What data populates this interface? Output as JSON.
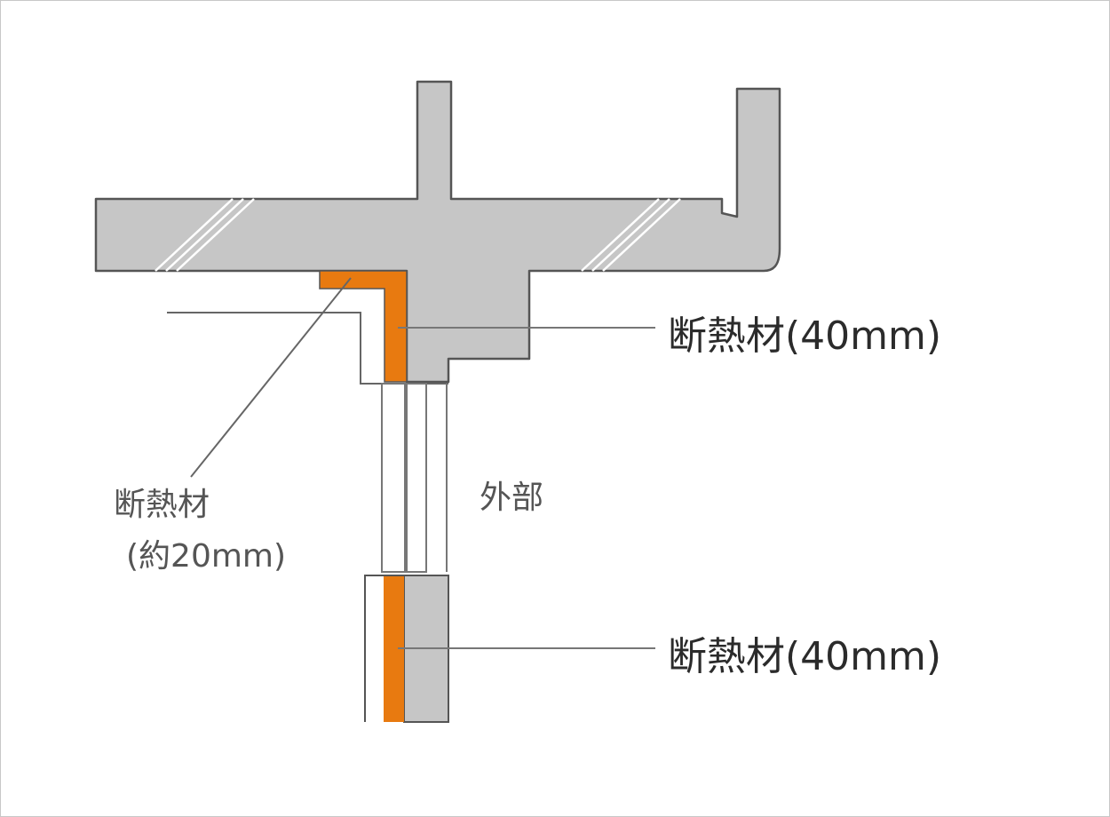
{
  "labels": {
    "insulation_top": "断熱材(40mm)",
    "insulation_bottom": "断熱材(40mm)",
    "insulation_small_line1": "断熱材",
    "insulation_small_line2": "(約20mm)",
    "exterior": "外部"
  },
  "colors": {
    "concrete": "#c6c6c6",
    "outline": "#555555",
    "insulation": "#e87a10",
    "leader": "#666666"
  }
}
